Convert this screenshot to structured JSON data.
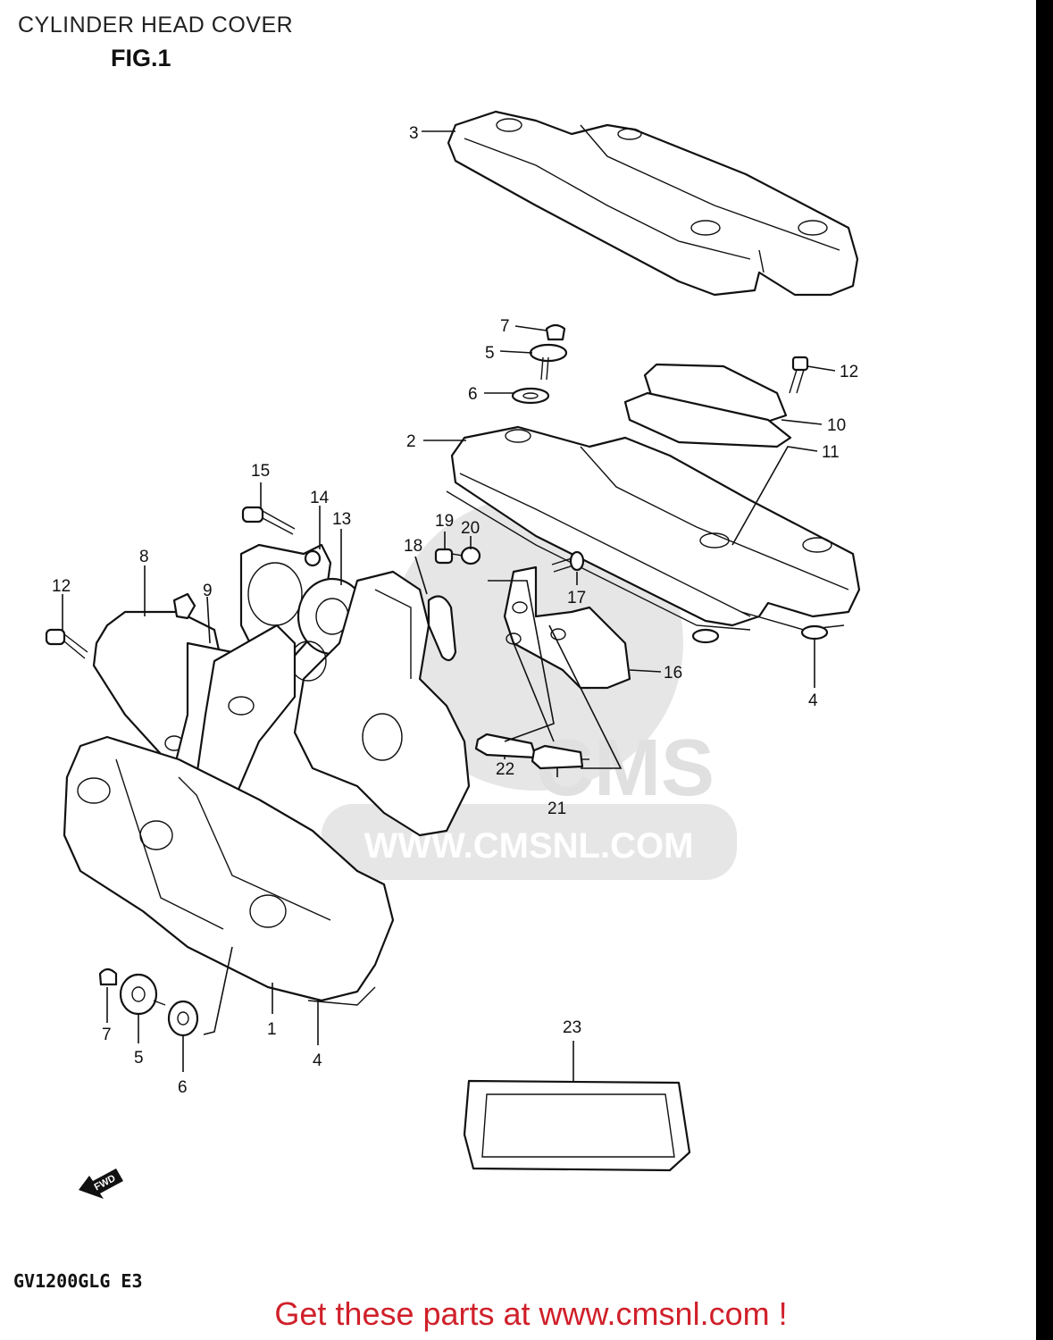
{
  "header": {
    "title": "CYLINDER HEAD COVER",
    "figure": "FIG.1"
  },
  "footer": {
    "model_code": "GV1200GLG E3",
    "cta": "Get these parts at www.cmsnl.com !"
  },
  "watermark": {
    "text": "WWW.CMSNL.COM",
    "logo": "CMS"
  },
  "arrow": {
    "label": "FWD"
  },
  "callouts": [
    {
      "id": "c3",
      "text": "3"
    },
    {
      "id": "c7a",
      "text": "7"
    },
    {
      "id": "c5a",
      "text": "5"
    },
    {
      "id": "c6a",
      "text": "6"
    },
    {
      "id": "c2",
      "text": "2"
    },
    {
      "id": "c12a",
      "text": "12"
    },
    {
      "id": "c10",
      "text": "10"
    },
    {
      "id": "c11",
      "text": "11"
    },
    {
      "id": "c15",
      "text": "15"
    },
    {
      "id": "c14",
      "text": "14"
    },
    {
      "id": "c13",
      "text": "13"
    },
    {
      "id": "c19",
      "text": "19"
    },
    {
      "id": "c20",
      "text": "20"
    },
    {
      "id": "c18",
      "text": "18"
    },
    {
      "id": "c8",
      "text": "8"
    },
    {
      "id": "c12b",
      "text": "12"
    },
    {
      "id": "c9",
      "text": "9"
    },
    {
      "id": "c17",
      "text": "17"
    },
    {
      "id": "c16",
      "text": "16"
    },
    {
      "id": "c4a",
      "text": "4"
    },
    {
      "id": "c22",
      "text": "22"
    },
    {
      "id": "c21",
      "text": "21"
    },
    {
      "id": "c1",
      "text": "1"
    },
    {
      "id": "c7b",
      "text": "7"
    },
    {
      "id": "c5b",
      "text": "5"
    },
    {
      "id": "c6b",
      "text": "6"
    },
    {
      "id": "c4b",
      "text": "4"
    },
    {
      "id": "c23",
      "text": "23"
    }
  ]
}
